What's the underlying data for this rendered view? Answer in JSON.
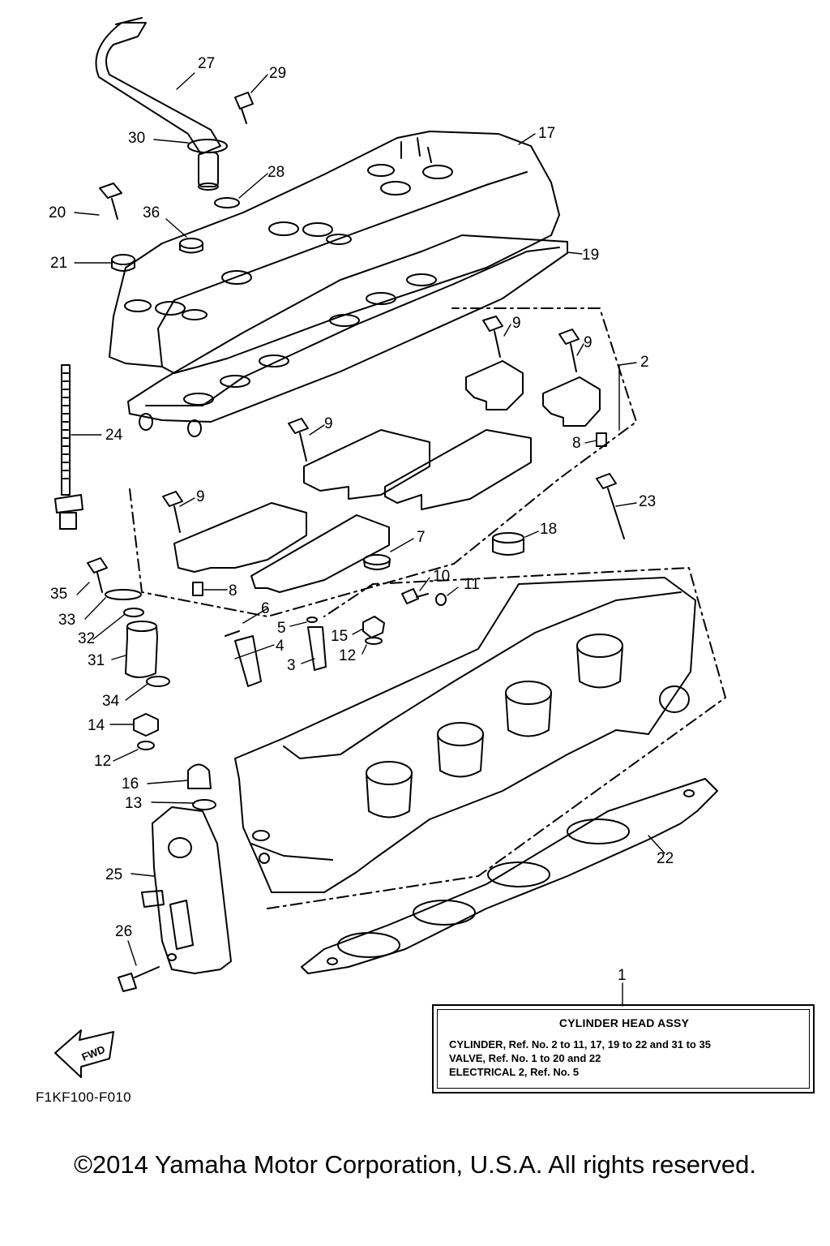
{
  "diagram": {
    "callouts": [
      {
        "id": "27",
        "text": "27"
      },
      {
        "id": "29",
        "text": "29"
      },
      {
        "id": "30",
        "text": "30"
      },
      {
        "id": "17",
        "text": "17"
      },
      {
        "id": "28",
        "text": "28"
      },
      {
        "id": "20",
        "text": "20"
      },
      {
        "id": "36",
        "text": "36"
      },
      {
        "id": "21",
        "text": "21"
      },
      {
        "id": "19",
        "text": "19"
      },
      {
        "id": "9a",
        "text": "9"
      },
      {
        "id": "9b",
        "text": "9"
      },
      {
        "id": "2",
        "text": "2"
      },
      {
        "id": "24",
        "text": "24"
      },
      {
        "id": "9c",
        "text": "9"
      },
      {
        "id": "8a",
        "text": "8"
      },
      {
        "id": "9d",
        "text": "9"
      },
      {
        "id": "23",
        "text": "23"
      },
      {
        "id": "18",
        "text": "18"
      },
      {
        "id": "7",
        "text": "7"
      },
      {
        "id": "35",
        "text": "35"
      },
      {
        "id": "8b",
        "text": "8"
      },
      {
        "id": "10",
        "text": "10"
      },
      {
        "id": "11",
        "text": "11"
      },
      {
        "id": "33",
        "text": "33"
      },
      {
        "id": "6",
        "text": "6"
      },
      {
        "id": "5",
        "text": "5"
      },
      {
        "id": "15",
        "text": "15"
      },
      {
        "id": "32",
        "text": "32"
      },
      {
        "id": "4",
        "text": "4"
      },
      {
        "id": "12a",
        "text": "12"
      },
      {
        "id": "31",
        "text": "31"
      },
      {
        "id": "3",
        "text": "3"
      },
      {
        "id": "34",
        "text": "34"
      },
      {
        "id": "14",
        "text": "14"
      },
      {
        "id": "12b",
        "text": "12"
      },
      {
        "id": "16",
        "text": "16"
      },
      {
        "id": "13",
        "text": "13"
      },
      {
        "id": "22",
        "text": "22"
      },
      {
        "id": "25",
        "text": "25"
      },
      {
        "id": "26",
        "text": "26"
      },
      {
        "id": "1",
        "text": "1"
      }
    ],
    "fwd_label": "FWD",
    "figure_code": "F1KF100-F010"
  },
  "reference_box": {
    "title": "CYLINDER HEAD ASSY",
    "lines": [
      "CYLINDER,  Ref. No. 2 to 11, 17, 19 to 22 and 31 to 35",
      "VALVE, Ref. No. 1 to 20 and 22",
      "ELECTRICAL 2, Ref. No. 5"
    ]
  },
  "copyright": "©2014 Yamaha Motor Corporation, U.S.A. All rights reserved."
}
